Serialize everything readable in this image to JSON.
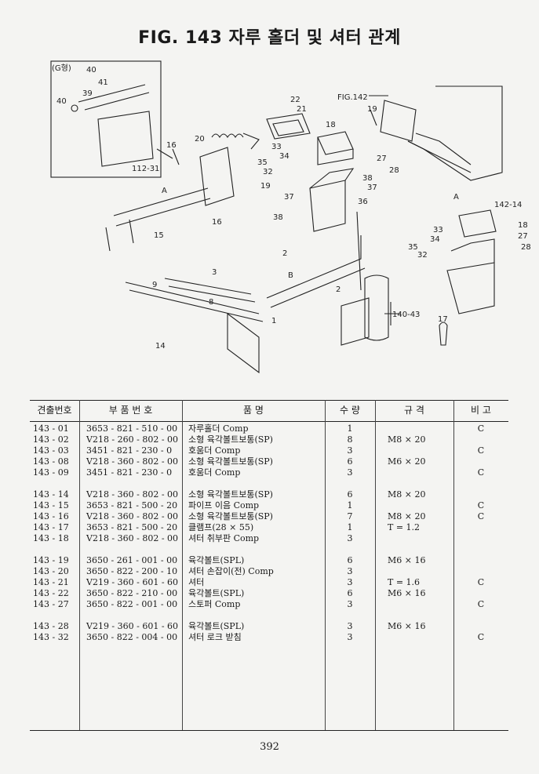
{
  "title": "FIG. 143 자루 홀더 및 셔터 관계",
  "diagram": {
    "inset_label": "(G형)",
    "callouts": [
      "40",
      "41",
      "39",
      "40",
      "112-31",
      "22",
      "21",
      "18",
      "19",
      "FIG.142",
      "20",
      "16",
      "33",
      "34",
      "35",
      "32",
      "27",
      "28",
      "38",
      "37",
      "19",
      "37",
      "36",
      "38",
      "15",
      "16",
      "A",
      "A",
      "B",
      "142-14",
      "18",
      "33",
      "34",
      "35",
      "32",
      "27",
      "28",
      "2",
      "3",
      "9",
      "8",
      "2",
      "1",
      "140-43",
      "17",
      "14"
    ]
  },
  "table": {
    "headers": {
      "no": "견출번호",
      "part_no": "부 품 번 호",
      "name": "품 명",
      "qty": "수 량",
      "spec": "규 격",
      "remark": "비 고"
    },
    "groups": [
      [
        {
          "no": "143 - 01",
          "part_no": "3653 - 821 - 510 - 00",
          "name": "자루홀더 Comp",
          "qty": "1",
          "spec": "",
          "remark": "C"
        },
        {
          "no": "143 - 02",
          "part_no": "V218 - 260 - 802 - 00",
          "name": "소형 육각볼트보통(SP)",
          "qty": "8",
          "spec": "M8 × 20",
          "remark": ""
        },
        {
          "no": "143 - 03",
          "part_no": "3451 - 821 - 230 - 0",
          "name": "호움더 Comp",
          "qty": "3",
          "spec": "",
          "remark": "C"
        },
        {
          "no": "143 - 08",
          "part_no": "V218 - 360 - 802 - 00",
          "name": "소형 육각볼트보통(SP)",
          "qty": "6",
          "spec": "M6 × 20",
          "remark": ""
        },
        {
          "no": "143 - 09",
          "part_no": "3451 - 821 - 230 - 0",
          "name": "호움더 Comp",
          "qty": "3",
          "spec": "",
          "remark": "C"
        }
      ],
      [
        {
          "no": "143 - 14",
          "part_no": "V218 - 360 - 802 - 00",
          "name": "소형 육각볼트보통(SP)",
          "qty": "6",
          "spec": "M8 × 20",
          "remark": ""
        },
        {
          "no": "143 - 15",
          "part_no": "3653 - 821 - 500 - 20",
          "name": "파이프 이음 Comp",
          "qty": "1",
          "spec": "",
          "remark": "C"
        },
        {
          "no": "143 - 16",
          "part_no": "V218 - 360 - 802 - 00",
          "name": "소형 육각볼트보통(SP)",
          "qty": "7",
          "spec": "M8 × 20",
          "remark": "C"
        },
        {
          "no": "143 - 17",
          "part_no": "3653 - 821 - 500 - 20",
          "name": "클램프(28 × 55)",
          "qty": "1",
          "spec": "T = 1.2",
          "remark": ""
        },
        {
          "no": "143 - 18",
          "part_no": "V218 - 360 - 802 - 00",
          "name": "셔터 취부판 Comp",
          "qty": "3",
          "spec": "",
          "remark": ""
        }
      ],
      [
        {
          "no": "143 - 19",
          "part_no": "3650 - 261 - 001 - 00",
          "name": "육각볼트(SPL)",
          "qty": "6",
          "spec": "M6 × 16",
          "remark": ""
        },
        {
          "no": "143 - 20",
          "part_no": "3650 - 822 - 200 - 10",
          "name": "셔터 손잡이(전) Comp",
          "qty": "3",
          "spec": "",
          "remark": ""
        },
        {
          "no": "143 - 21",
          "part_no": "V219 - 360 - 601 - 60",
          "name": "셔터",
          "qty": "3",
          "spec": "T = 1.6",
          "remark": "C"
        },
        {
          "no": "143 - 22",
          "part_no": "3650 - 822 - 210 - 00",
          "name": "육각볼트(SPL)",
          "qty": "6",
          "spec": "M6 × 16",
          "remark": ""
        },
        {
          "no": "143 - 27",
          "part_no": "3650 - 822 - 001 - 00",
          "name": "스토퍼 Comp",
          "qty": "3",
          "spec": "",
          "remark": "C"
        }
      ],
      [
        {
          "no": "143 - 28",
          "part_no": "V219 - 360 - 601 - 60",
          "name": "육각볼트(SPL)",
          "qty": "3",
          "spec": "M6 × 16",
          "remark": ""
        },
        {
          "no": "143 - 32",
          "part_no": "3650 - 822 - 004 - 00",
          "name": "셔터 로크 받침",
          "qty": "3",
          "spec": "",
          "remark": "C"
        }
      ]
    ]
  },
  "page_number": "392"
}
